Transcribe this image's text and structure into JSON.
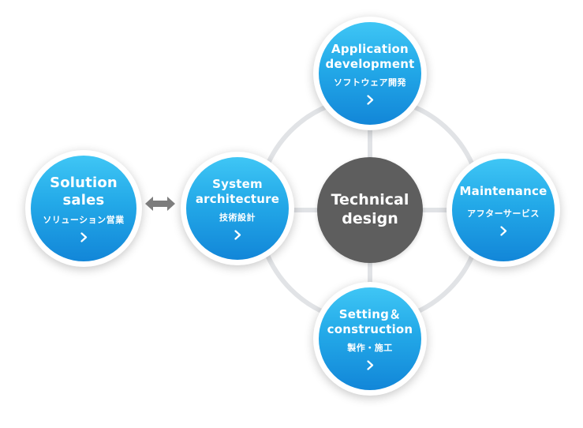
{
  "center": {
    "line1": "Technical",
    "line2": "design"
  },
  "nodes": {
    "application": {
      "line1": "Application",
      "line2": "development",
      "sub": "ソフトウェア開発"
    },
    "maintenance": {
      "line1": "Maintenance",
      "sub": "アフターサービス"
    },
    "setting": {
      "line1": "Setting＆",
      "line2": "construction",
      "sub": "製作・施工"
    },
    "system": {
      "line1": "System",
      "line2": "architecture",
      "sub": "技術設計"
    },
    "solution": {
      "line1": "Solution",
      "line2": "sales",
      "sub": "ソリューション営業"
    }
  },
  "colors": {
    "node_top": "#3fc6f5",
    "node_bottom": "#1286d8",
    "center": "#5e5e5e",
    "connector": "#e1e3e6",
    "arrow": "#7d7d7d"
  },
  "icons": {
    "link": "chevron-right-icon",
    "relation": "double-arrow-icon"
  }
}
